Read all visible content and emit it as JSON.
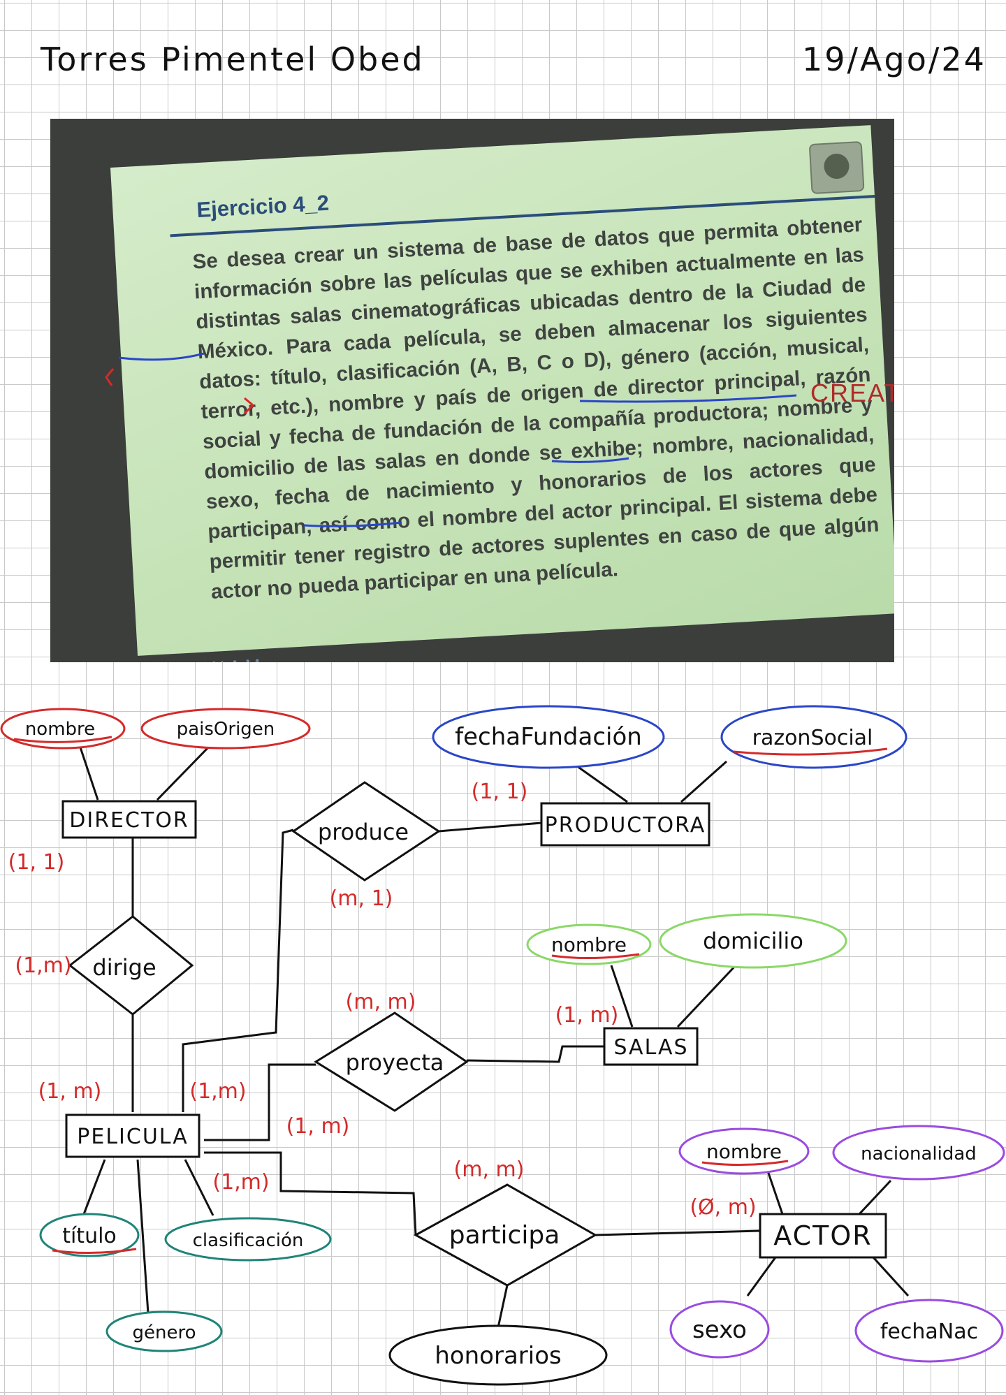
{
  "header": {
    "student": "Torres Pimentel Obed",
    "date": "19/Ago/24"
  },
  "slide": {
    "title": "Ejercicio 4_2",
    "body": "Se desea crear un sistema de base de datos que permita obtener información sobre las películas que se exhiben actualmente en las distintas salas cinematográficas ubicadas dentro de la Ciudad de México. Para cada película, se deben almacenar los siguientes datos: título, clasificación (A, B, C o D), género (acción, musical, terror, etc.), nombre y país de origen de director principal, razón social y fecha de fundación de la compañía productora; nombre y domicilio de las salas en donde se exhibe; nombre, nacionalidad, sexo, fecha de nacimiento y honorarios de los actores que participan, así como el nombre del actor principal. El sistema debe permitir tener registro de actores suplentes en caso de que algún actor no pueda participar en una película.",
    "footer": "UNAM",
    "annotation": "CREATE"
  },
  "diagram": {
    "entities": {
      "director": "DIRECTOR",
      "productora": "PRODUCTORA",
      "pelicula": "PELICULA",
      "salas": "SALAS",
      "actor": "ACTOR"
    },
    "relationships": {
      "produce": "produce",
      "dirige": "dirige",
      "proyecta": "proyecta",
      "participa": "participa"
    },
    "attributes": {
      "director_nombre": "nombre",
      "director_pais": "paisOrigen",
      "productora_fecha": "fechaFundación",
      "productora_razon": "razonSocial",
      "salas_nombre": "nombre",
      "salas_domicilio": "domicilio",
      "pelicula_titulo": "título",
      "pelicula_clasificacion": "clasificación",
      "pelicula_genero": "género",
      "participa_honorarios": "honorarios",
      "actor_nombre": "nombre",
      "actor_nacionalidad": "nacionalidad",
      "actor_sexo": "sexo",
      "actor_fechanac": "fechaNac"
    },
    "cardinalities": {
      "director_dirige": "(1, 1)",
      "dirige_label": "(1,m)",
      "pelicula_dirige": "(1, m)",
      "produce_productora": "(1, 1)",
      "produce_pelicula": "(m, 1)",
      "pelicula_produce": "(1,m)",
      "proyecta_top": "(m, m)",
      "salas_proyecta": "(1, m)",
      "pelicula_proyecta": "(1, m)",
      "pelicula_participa": "(1,m)",
      "participa_top": "(m, m)",
      "actor_participa": "(Ø, m)"
    },
    "colors": {
      "red": "#d42a2a",
      "blue": "#2a46c8",
      "green": "#8ad867",
      "teal": "#1f8478",
      "purple": "#9a4be0",
      "ink": "#111111"
    }
  }
}
